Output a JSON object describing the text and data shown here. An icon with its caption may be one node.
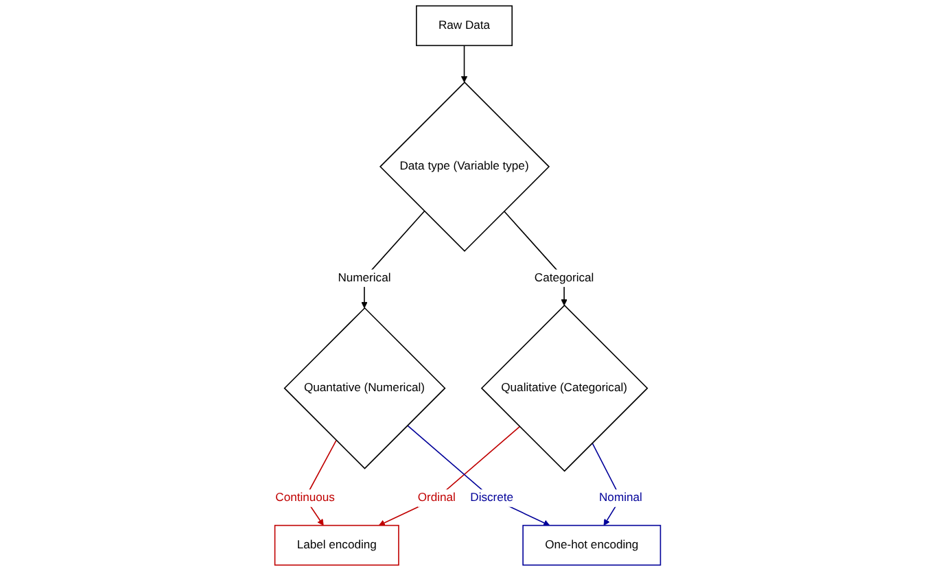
{
  "diagram": {
    "nodes": [
      {
        "text": [
          "Raw Data"
        ]
      },
      {
        "text": [
          "Data type (Variable type)"
        ]
      },
      {
        "text": [
          "Quantative (Numerical)"
        ]
      },
      {
        "text": [
          "Qualitative (Categorical)"
        ]
      },
      {
        "text": [
          "Label encoding"
        ]
      },
      {
        "text": [
          "One-hot encoding"
        ]
      }
    ],
    "edges": [
      {
        "from": 0,
        "to": 1,
        "arrow": "to"
      },
      {
        "from": 1,
        "to": 2,
        "arrow": "to",
        "label": "Numerical"
      },
      {
        "from": 1,
        "to": 3,
        "arrow": "to",
        "label": "Categorical"
      },
      {
        "from": 2,
        "to": 4,
        "arrow": "to",
        "label": "Continuous",
        "color": "#c00000"
      },
      {
        "from": 3,
        "to": 4,
        "arrow": "to",
        "label": "Ordinal",
        "color": "#c00000"
      },
      {
        "from": 2,
        "to": 5,
        "arrow": "to",
        "label": "Discrete",
        "color": "#000099"
      },
      {
        "from": 3,
        "to": 5,
        "arrow": "to",
        "label": "Nominal",
        "color": "#000099"
      }
    ]
  }
}
